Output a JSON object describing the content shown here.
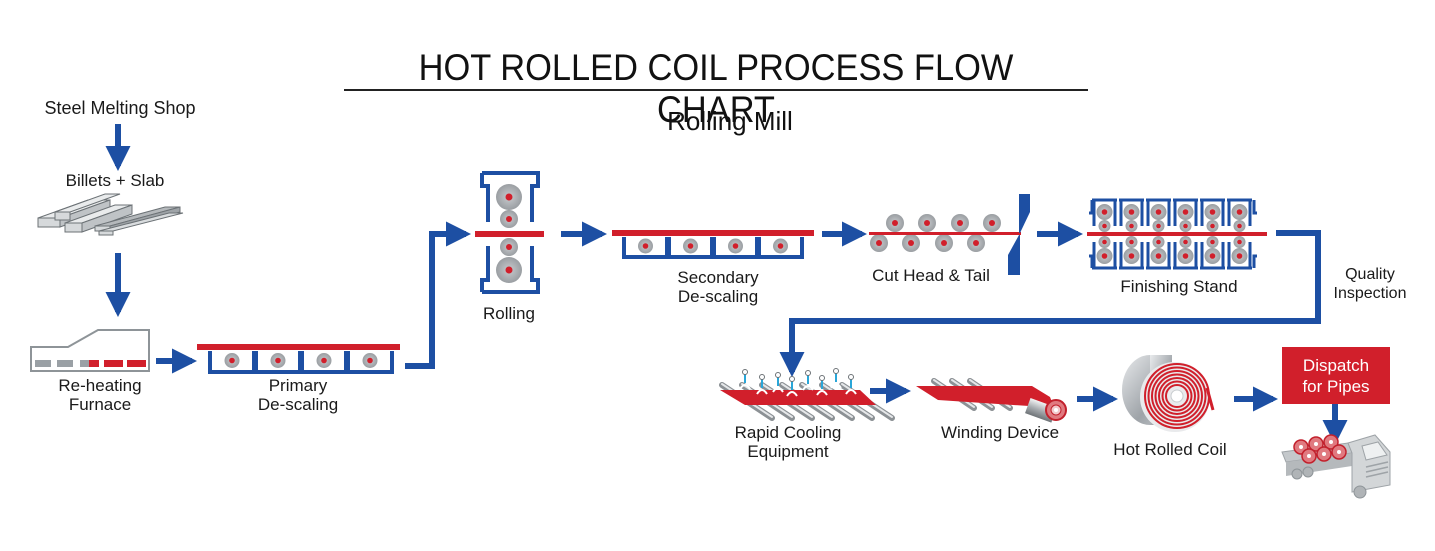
{
  "title": "HOT ROLLED COIL PROCESS FLOW CHART",
  "subtitle": "Rolling Mill",
  "colors": {
    "flow_blue": "#1d4fa3",
    "hot_red": "#d11f2b",
    "roller_gray": "#a7aaad",
    "outline_gray": "#8e9498"
  },
  "steps": {
    "steel_melting_shop": "Steel Melting Shop",
    "billets_slab": "Billets + Slab",
    "reheating_furnace": [
      "Re-heating",
      "Furnace"
    ],
    "primary_descaling": [
      "Primary",
      "De-scaling"
    ],
    "rolling": "Rolling",
    "secondary_descaling": [
      "Secondary",
      "De-scaling"
    ],
    "cut_head_tail": "Cut Head & Tail",
    "finishing_stand": "Finishing Stand",
    "quality_inspection": [
      "Quality",
      "Inspection"
    ],
    "rapid_cooling": [
      "Rapid Cooling",
      "Equipment"
    ],
    "winding_device": "Winding Device",
    "hot_rolled_coil": "Hot Rolled Coil",
    "dispatch": [
      "Dispatch",
      "for Pipes"
    ]
  },
  "icons": [
    "billets-slab-icon",
    "reheating-furnace-icon",
    "descaling-rollers-icon",
    "rolling-stand-icon",
    "cutter-icon",
    "finishing-stand-icon",
    "cooling-sprays-icon",
    "winding-device-icon",
    "steel-coil-icon",
    "truck-icon"
  ]
}
